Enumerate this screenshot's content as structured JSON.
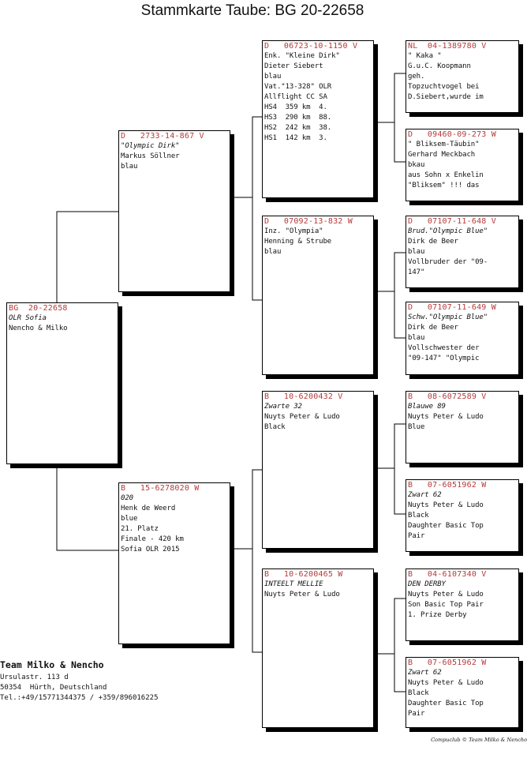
{
  "title": "Stammkarte Taube: BG  20-22658",
  "pigeons": {
    "p0": {
      "ring": "BG  20-22658",
      "lines": [
        {
          "t": "OLR Sofia",
          "i": true
        },
        {
          "t": "Nencho & Milko"
        }
      ]
    },
    "p1": {
      "ring": "D   2733-14-867 V",
      "lines": [
        {
          "t": "\"Olympic Dirk\"",
          "i": true
        },
        {
          "t": "Markus Söllner"
        },
        {
          "t": "blau"
        }
      ]
    },
    "p2": {
      "ring": "B   15-6278020 W",
      "lines": [
        {
          "t": "020",
          "i": true
        },
        {
          "t": "Henk de Weerd"
        },
        {
          "t": "blue"
        },
        {
          "t": ""
        },
        {
          "t": "21. Platz"
        },
        {
          "t": "Finale - 420 km"
        },
        {
          "t": "Sofia OLR 2015"
        }
      ]
    },
    "p3": {
      "ring": "D   06723-10-1150 V",
      "lines": [
        {
          "t": "Enk. \"Kleine Dirk\""
        },
        {
          "t": "Dieter Siebert"
        },
        {
          "t": "blau"
        },
        {
          "t": "Vat.\"13-328\" OLR"
        },
        {
          "t": "Allflight CC SA"
        },
        {
          "t": "HS4  359 km  4."
        },
        {
          "t": "HS3  290 km  88."
        },
        {
          "t": "HS2  242 km  38."
        },
        {
          "t": "HS1  142 km  3."
        }
      ]
    },
    "p4": {
      "ring": "D   07092-13-832 W",
      "lines": [
        {
          "t": "Inz. \"Olympia\""
        },
        {
          "t": "Henning & Strube"
        },
        {
          "t": "blau"
        }
      ]
    },
    "p5": {
      "ring": "B   10-6200432 V",
      "lines": [
        {
          "t": "Zwarte 32",
          "i": true
        },
        {
          "t": "Nuyts Peter & Ludo"
        },
        {
          "t": "Black"
        }
      ]
    },
    "p6": {
      "ring": "B   10-6200465 W",
      "lines": [
        {
          "t": "INTEELT MELLIE",
          "i": true
        },
        {
          "t": "Nuyts Peter & Ludo"
        }
      ]
    },
    "p7": {
      "ring": "NL  04-1389780 V",
      "lines": [
        {
          "t": "\" Kaka \""
        },
        {
          "t": "G.u.C. Koopmann"
        },
        {
          "t": "geh."
        },
        {
          "t": "Topzuchtvogel bei"
        },
        {
          "t": "D.Siebert,wurde im"
        }
      ]
    },
    "p8": {
      "ring": "D   09460-09-273 W",
      "lines": [
        {
          "t": "\" Bliksem-Täubin\""
        },
        {
          "t": "Gerhard Meckbach"
        },
        {
          "t": "bkau"
        },
        {
          "t": "aus Sohn x Enkelin"
        },
        {
          "t": "\"Bliksem\" !!! das"
        }
      ]
    },
    "p9": {
      "ring": "D   07107-11-648 V",
      "lines": [
        {
          "t": "Brud.\"Olympic Blue\"",
          "i": true
        },
        {
          "t": "Dirk de Beer"
        },
        {
          "t": "blau"
        },
        {
          "t": "Vollbruder der \"09-"
        },
        {
          "t": "147\""
        }
      ]
    },
    "p10": {
      "ring": "D   07107-11-649 W",
      "lines": [
        {
          "t": "Schw.\"Olympic Blue\"",
          "i": true
        },
        {
          "t": "Dirk de Beer"
        },
        {
          "t": "blau"
        },
        {
          "t": "Vollschwester der"
        },
        {
          "t": "\"09-147\" \"Olympic"
        }
      ]
    },
    "p11": {
      "ring": "B   08-6072589 V",
      "lines": [
        {
          "t": "Blauwe 89",
          "i": true
        },
        {
          "t": "Nuyts Peter & Ludo"
        },
        {
          "t": "Blue"
        }
      ]
    },
    "p12": {
      "ring": "B   07-6051962 W",
      "lines": [
        {
          "t": "Zwart 62",
          "i": true
        },
        {
          "t": "Nuyts Peter & Ludo"
        },
        {
          "t": "Black"
        },
        {
          "t": "Daughter Basic Top"
        },
        {
          "t": "Pair"
        }
      ]
    },
    "p13": {
      "ring": "B   04-6107340 V",
      "lines": [
        {
          "t": "DEN DERBY",
          "i": true
        },
        {
          "t": "Nuyts Peter & Ludo"
        },
        {
          "t": ""
        },
        {
          "t": "Son Basic Top Pair"
        },
        {
          "t": "1. Prize Derby"
        }
      ]
    },
    "p14": {
      "ring": "B   07-6051962 W",
      "lines": [
        {
          "t": "Zwart 62",
          "i": true
        },
        {
          "t": "Nuyts Peter & Ludo"
        },
        {
          "t": "Black"
        },
        {
          "t": "Daughter Basic Top"
        },
        {
          "t": "Pair"
        }
      ]
    }
  },
  "owner": {
    "name": "Team Milko & Nencho",
    "address": [
      "Ursulastr. 113 d",
      "50354  Hürth, Deutschland",
      "Tel.:+49/15771344375 / +359/896016225"
    ]
  },
  "footer": "Compuclub © Team Milko & Nencho",
  "colors": {
    "ring": "#b53a3a",
    "border": "#000000",
    "text": "#111111"
  }
}
